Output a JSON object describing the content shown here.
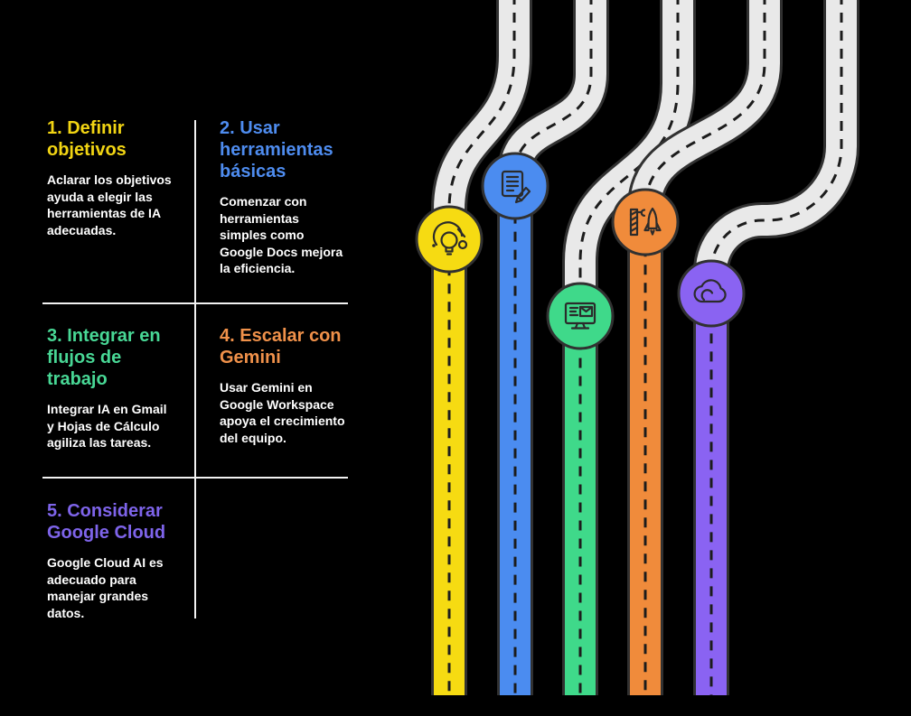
{
  "colors": {
    "bg": "#000000",
    "body-text": "#ffffff",
    "divider": "#f2f2f2",
    "road-gray": "#e9e9e9",
    "road-outline": "#313131",
    "dash": "#1c1c1c",
    "icon-stroke": "#2b2b2b"
  },
  "panel": {
    "sections": [
      {
        "title": "1. Definir\nobjetivos",
        "title_color": "#f2d513",
        "body": "Aclarar los objetivos\nayuda a elegir las\nherramientas de IA\nadecuadas."
      },
      {
        "title": "2. Usar\nherramientas\nbásicas",
        "title_color": "#4e8cef",
        "body": "Comenzar con\nherramientas\nsimples como\nGoogle Docs mejora\nla eficiencia."
      },
      {
        "title": "3. Integrar en\nflujos de\ntrabajo",
        "title_color": "#48d795",
        "body": "Integrar IA en Gmail\ny Hojas de Cálculo\nagiliza las tareas."
      },
      {
        "title": "4. Escalar con\nGemini",
        "title_color": "#f0914a",
        "body": "Usar Gemini en\nGoogle Workspace\napoya el crecimiento\ndel equipo."
      },
      {
        "title": "5. Considerar\nGoogle Cloud",
        "title_color": "#7e64ea",
        "body": "Google Cloud AI es\nadecuado para\nmanejar grandes\ndatos."
      }
    ]
  },
  "roadmap": {
    "roads": [
      {
        "step": 1,
        "color": "#f6db12",
        "icon": "lightbulb-idea-icon"
      },
      {
        "step": 2,
        "color": "#4b8cf0",
        "icon": "document-edit-icon"
      },
      {
        "step": 3,
        "color": "#3fd98a",
        "icon": "monitor-mail-icon"
      },
      {
        "step": 4,
        "color": "#f08b3b",
        "icon": "rocket-launch-icon"
      },
      {
        "step": 5,
        "color": "#8a63f2",
        "icon": "cloud-icon"
      }
    ]
  }
}
